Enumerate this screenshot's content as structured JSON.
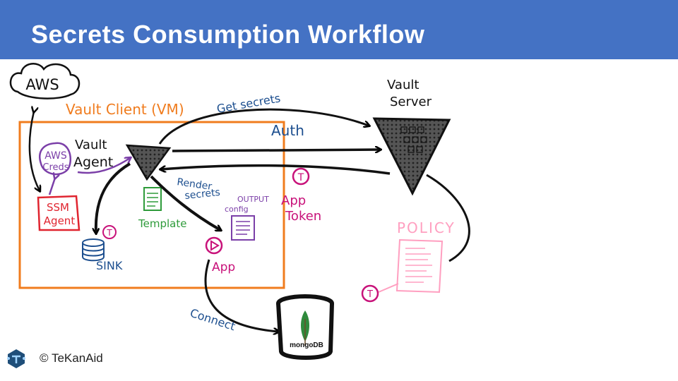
{
  "title": "Secrets Consumption Workflow",
  "footer": {
    "copyright": "© TeKanAid",
    "logo_icon": "tekanaid-logo-icon"
  },
  "colors": {
    "header": "#4472c4",
    "vm_border": "#f07c1e",
    "aws_creds": "#7b3fa8",
    "ssm_agent": "#e0242f",
    "sink": "#1d4f8f",
    "template": "#2e9b3a",
    "app": "#c8127a",
    "policy": "#ff9fc0",
    "mongo": "#2f8a3c"
  },
  "labels": {
    "aws": "AWS",
    "vault_client": "Vault Client (VM)",
    "get_secrets": "Get secrets",
    "auth": "Auth",
    "vault_server_line1": "Vault",
    "vault_server_line2": "Server",
    "vault_agent_line1": "Vault",
    "vault_agent_line2": "Agent",
    "aws_creds_line1": "AWS",
    "aws_creds_line2": "Creds",
    "ssm_agent_line1": "SSM",
    "ssm_agent_line2": "Agent",
    "render_secrets_line1": "Render",
    "render_secrets_line2": "secrets",
    "output_config_line1": "OUTPUT",
    "output_config_line2": "config",
    "template": "Template",
    "sink": "SINK",
    "app": "App",
    "app_token_line1": "App",
    "app_token_line2": "Token",
    "token_letter": "T",
    "policy": "POLICY",
    "connect": "Connect",
    "mongodb": "mongoDB"
  }
}
